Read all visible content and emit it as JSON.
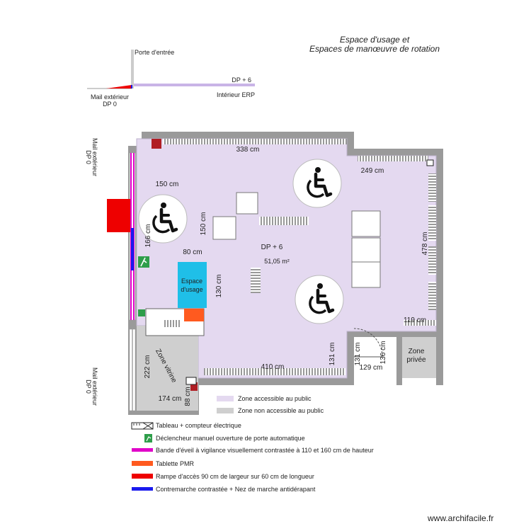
{
  "title": {
    "line1": "Espace d'usage et",
    "line2": "Espaces de manœuvre de rotation"
  },
  "entrance": {
    "door": "Porte d'entrée",
    "dp6": "DP + 6",
    "outside": "Mail extérieur",
    "dp0": "DP 0",
    "inside": "Intérieur ERP"
  },
  "plan": {
    "mail_left_top": "Mail extérieur\nDP 0",
    "mail_left_bottom": "Mail extérieur\nDP 0",
    "dims": {
      "d338": "338 cm",
      "d249": "249 cm",
      "d150a": "150 cm",
      "d150b": "150 cm",
      "d166": "166 cm",
      "d80": "80 cm",
      "d130": "130 cm",
      "d478": "478 cm",
      "d119": "119 cm",
      "d410": "410 cm",
      "d131a": "131 cm",
      "d131b": "131 cm",
      "d136": "136 cm",
      "d129": "129 cm",
      "d222": "222 cm",
      "d174": "174 cm",
      "d88": "88 cm"
    },
    "dp6": "DP + 6",
    "area": "51,05 m²",
    "espace_usage": "Espace\nd'usage",
    "zone_vitrine": "Zone vitrine",
    "zone_privee": "Zone\nprivée"
  },
  "legend": {
    "items": [
      {
        "label": "Zone accessible au public",
        "color": "#e4d9f0"
      },
      {
        "label": "Zone non accessible au public",
        "color": "#cfcfcf"
      },
      {
        "label": "Tableau + compteur électrique",
        "color": "#222222"
      },
      {
        "label": "Déclencheur manuel ouverture de porte automatique",
        "color": "#2e9e4a"
      },
      {
        "label": "Bande d'éveil à vigilance visuellement contrastée à 110 et 160 cm de hauteur",
        "color": "#e000c8"
      },
      {
        "label": "Tablette PMR",
        "color": "#ff5a1f"
      },
      {
        "label": "Rampe d'accès 90 cm de largeur sur 60 cm de longueur",
        "color": "#ee0000"
      },
      {
        "label": "Contremarche contrastée + Nez de marche antidérapant",
        "color": "#1a1aee"
      }
    ]
  },
  "credit": "www.archifacile.fr",
  "colors": {
    "room": "#e4d9f0",
    "wall": "#9a9a9a",
    "nonpublic": "#cfcfcf",
    "ramp": "#ee0000",
    "band": "#e000c8",
    "nosing": "#1a1aee",
    "tablet": "#ff5a1f",
    "usage": "#1fbfe8",
    "exit": "#2e9e4a"
  },
  "icons": [
    "wheelchair-icon",
    "exit-sign-icon",
    "electrical-panel-icon",
    "door-swing-icon"
  ]
}
